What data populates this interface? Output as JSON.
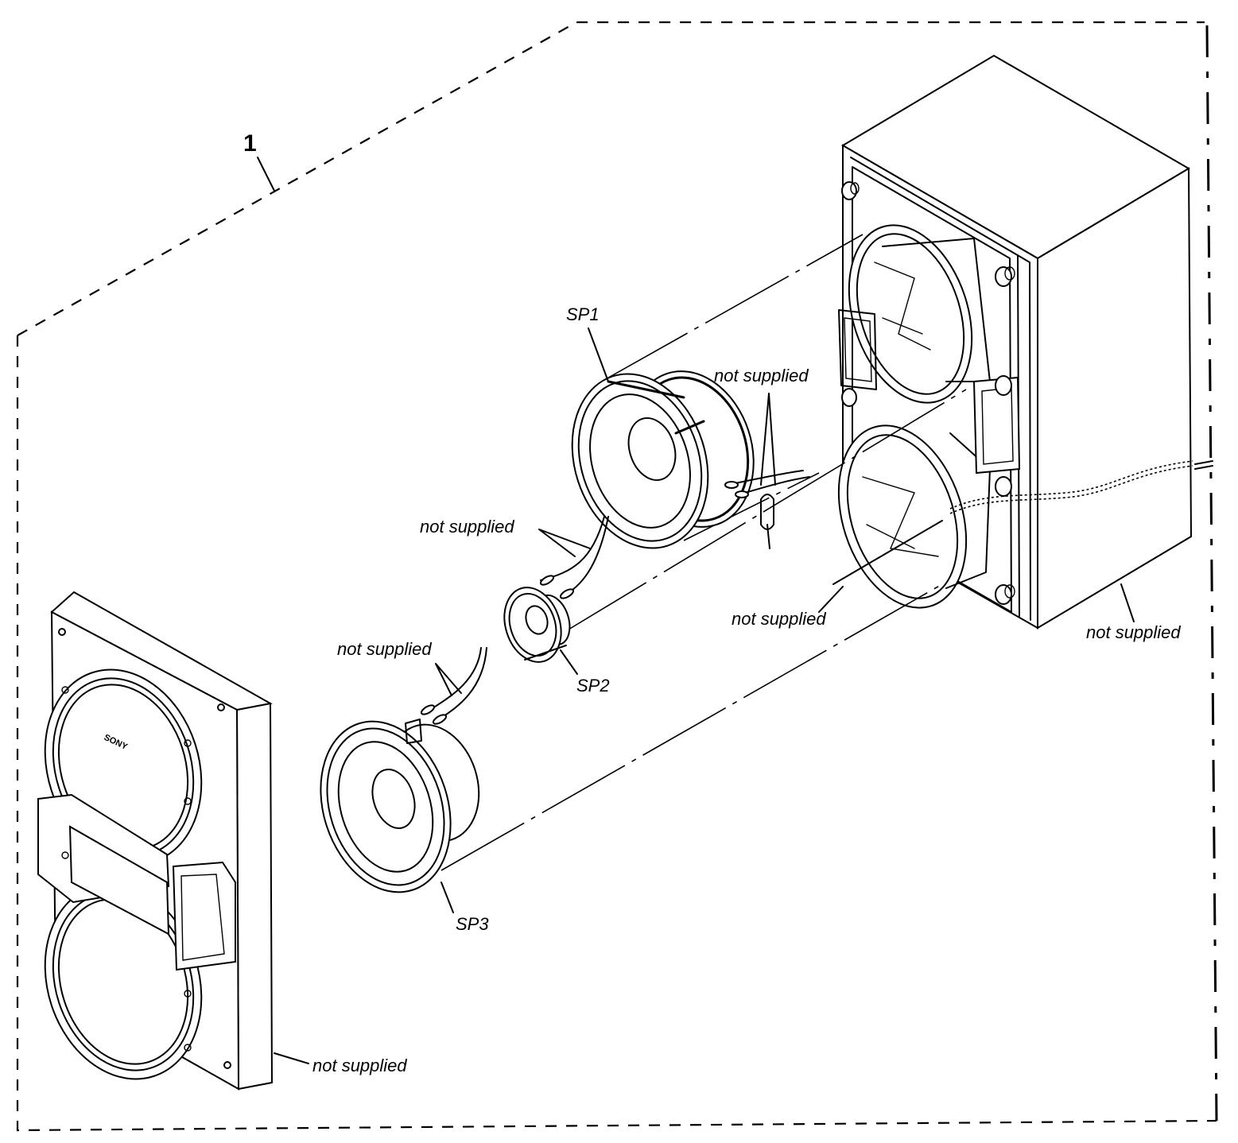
{
  "diagram": {
    "title": "Speaker exploded view",
    "ref_number": "1",
    "brand_mark": "SONY",
    "parts": [
      {
        "id": "SP1",
        "label": "SP1",
        "kind": "woofer (upper)"
      },
      {
        "id": "SP2",
        "label": "SP2",
        "kind": "tweeter"
      },
      {
        "id": "SP3",
        "label": "SP3",
        "kind": "woofer (lower)"
      }
    ],
    "callouts": {
      "cable_sp1": "not supplied",
      "cable_sp2": "not supplied",
      "cable_sp3": "not supplied",
      "duct": "not supplied",
      "cabinet": "not supplied",
      "front_grille": "not supplied"
    },
    "colors": {
      "ink": "#000000",
      "paper": "#ffffff"
    }
  }
}
